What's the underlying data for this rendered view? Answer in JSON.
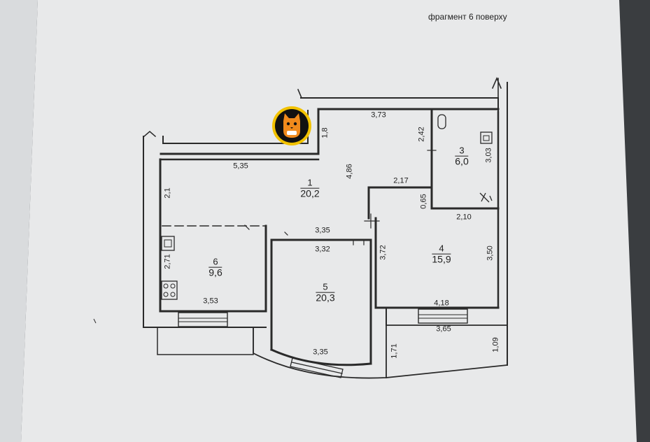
{
  "header": {
    "label": "фрагмент 6 поверху"
  },
  "badge": {
    "icon": "cat-logo-icon",
    "colors": {
      "ring": "#f2c200",
      "fill": "#111111",
      "cat": "#f08a1c"
    }
  },
  "colors": {
    "paper": "#e8e9ea",
    "wall": "#2a2a2a",
    "frame": "#3a3d40"
  },
  "dimensions": {
    "d1": "3,73",
    "d2": "1,8",
    "d3": "5,35",
    "d4": "4,86",
    "d5": "2,42",
    "d6": "3,03",
    "d7": "2,17",
    "d8": "0,65",
    "d9": "2,1",
    "d10": "3,35",
    "d11": "3,32",
    "d12": "2,10",
    "d13": "3,72",
    "d14": "3,50",
    "d15": "2,71",
    "d16": "3,53",
    "d17": "4,18",
    "d18": "3,65",
    "d19": "3,35",
    "d20": "1,71",
    "d21": "1,09"
  },
  "rooms": [
    {
      "number": "1",
      "area": "20,2"
    },
    {
      "number": "3",
      "area": "6,0"
    },
    {
      "number": "4",
      "area": "15,9"
    },
    {
      "number": "5",
      "area": "20,3"
    },
    {
      "number": "6",
      "area": "9,6"
    }
  ]
}
